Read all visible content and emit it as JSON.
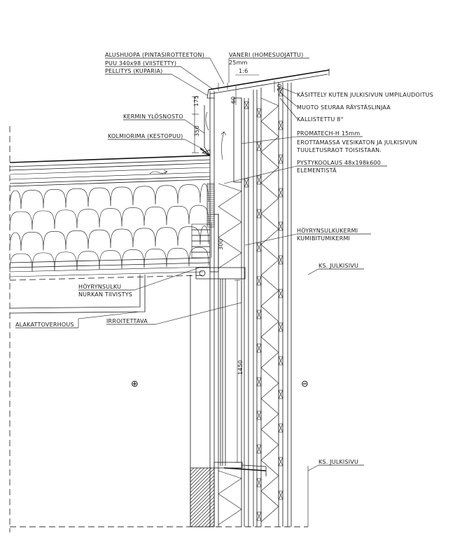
{
  "labels": {
    "alushuopa": "ALUSHUOPA (PINTASIROTTEETON)",
    "puu": "PUU 340x98 (VIISTETTY)",
    "pellitys": "PELLITYS (KUPARIA)",
    "vaneri": "VANERI (HOMESUOJATTU)",
    "vaneri_thickness": "25mm",
    "slope_ratio": "1:6",
    "kasittely": "KÄSITTELY KUTEN JULKISIVUN UMPILAUDOITUS",
    "muoto": "MUOTO SEURAA RÄYSTÄSLINJAA",
    "kallistettu": "KALLISTETTU 8°",
    "kermin": "KERMIN YLÖSNOSTO",
    "kolmiorima": "KOLMIORIMA (KESTOPUU)",
    "promatech": "PROMATECH-H 15mm",
    "erottamassa_1": "EROTTAMASSA VESIKATON JA JULKISIVUN",
    "erottamassa_2": "TUULETUSRAOT TOISISTAAN.",
    "pystykoolaus": "PYSTYKOOLAUS 48x198k600",
    "elementista": "ELEMENTISTÄ",
    "hoyrynsulkukermi": "HÖYRYNSULKUKERMI",
    "kumibitumikermi": "KUMIBITUMIKERMI",
    "ks_julkisivu_1": "KS. JULKISIVU",
    "ks_julkisivu_2": "KS. JULKISIVU",
    "hoyrynsulku": "HÖYRYNSULKU",
    "nurkan": "NURKAN TIIVISTYS",
    "alakattoverhous": "ALAKATTOVERHOUS",
    "irroitettava": "IRROITETTAVA"
  },
  "dimensions": {
    "d175": "175",
    "d60": "60",
    "d50": "50",
    "d350": "350",
    "d300": "300",
    "d1450": "1450"
  },
  "symbols": {
    "inside": "⊕",
    "outside": "⊖"
  },
  "colors": {
    "line": "#1a1a1a",
    "background": "#ffffff"
  }
}
